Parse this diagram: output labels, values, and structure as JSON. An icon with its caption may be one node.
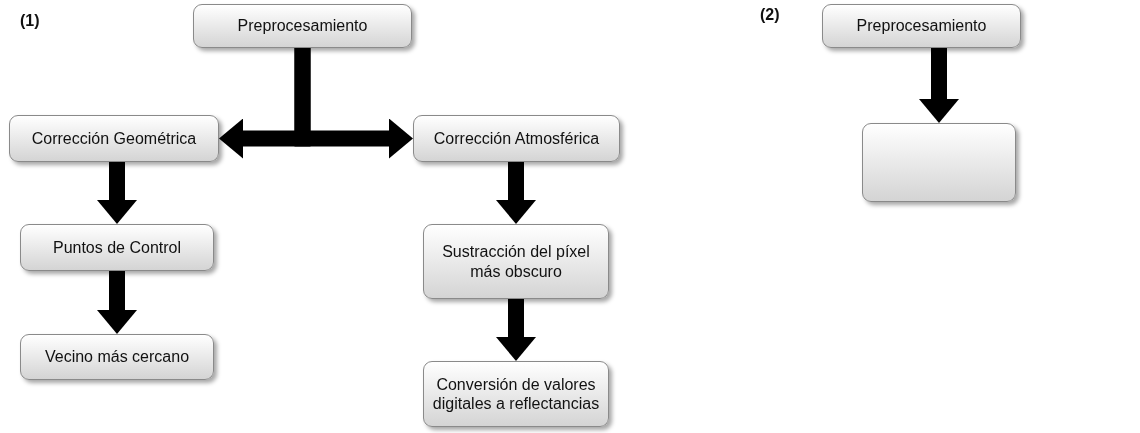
{
  "diagram": {
    "nodes": [
      {
        "text": [
          "Preprocesamiento"
        ]
      },
      {
        "text": [
          "Corrección Geométrica"
        ]
      },
      {
        "text": [
          "Corrección Atmosférica"
        ]
      },
      {
        "text": [
          "Puntos de Control"
        ]
      },
      {
        "text": [
          "Vecino más cercano"
        ]
      },
      {
        "text": [
          "Sustracción del píxel más obscuro"
        ]
      },
      {
        "text": [
          "Conversión de valores digitales a reflectancias"
        ]
      },
      {
        "text": [
          "Preprocesamiento"
        ]
      },
      {
        "text": [],
        "shape": "box"
      }
    ],
    "edges": [
      {
        "from": 0,
        "to": 1,
        "arrow": "to"
      },
      {
        "from": 0,
        "to": 2,
        "arrow": "to"
      },
      {
        "from": 1,
        "to": 3,
        "arrow": "to"
      },
      {
        "from": 3,
        "to": 4,
        "arrow": "to"
      },
      {
        "from": 2,
        "to": 5,
        "arrow": "to"
      },
      {
        "from": 5,
        "to": 6,
        "arrow": "to"
      },
      {
        "from": 7,
        "to": 8,
        "arrow": "to"
      }
    ],
    "labels": [
      "(1)",
      "(2)"
    ]
  }
}
